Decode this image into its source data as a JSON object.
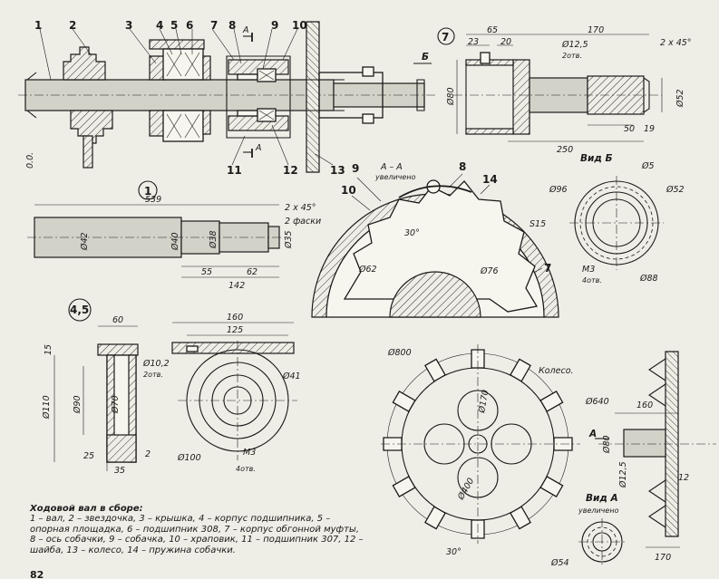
{
  "caption": {
    "title": "Ходовой вал в сборе:",
    "text": "1 – вал, 2 – звездочка, 3 – крышка, 4 – корпус подшипника, 5 – опорная площадка, 6 – подшипник 308, 7 – корпус обгонной муфты, 8 – ось собачки, 9 – собачка, 10 – храповик, 11 – подшипник 307, 12 – шайба, 13 – колесо, 14 – пружина собачки."
  },
  "page_number": "82",
  "assembly": {
    "part_numbers": [
      "1",
      "2",
      "3",
      "4",
      "5",
      "6",
      "7",
      "8",
      "9",
      "10",
      "11",
      "12",
      "13"
    ],
    "section_mark": "А",
    "view_arrow": "Б",
    "axis_label": "0.0."
  },
  "shaft_1": {
    "callout": "1",
    "dims": {
      "total": "539",
      "chamfer": "2 x 45°",
      "chamfers_note": "2 фаски",
      "d42": "Ø42",
      "d40": "Ø40",
      "d38": "Ø38",
      "d35": "Ø35",
      "l55": "55",
      "l62": "62",
      "l142": "142"
    }
  },
  "part_7": {
    "callout": "7",
    "dims": {
      "d65": "65",
      "d23": "23",
      "d20": "20",
      "d170": "170",
      "chamfer": "2 x 45°",
      "hole": "Ø12,5",
      "holes_note": "2отв.",
      "d80": "Ø80",
      "d52": "Ø52",
      "l50": "50",
      "l19": "19",
      "l250": "250"
    }
  },
  "section_AA": {
    "title": "А – А",
    "subtitle": "увеличено",
    "labels": {
      "n9": "9",
      "n8": "8",
      "n14": "14",
      "n10": "10",
      "n7": "7"
    },
    "dims": {
      "angle": "30°",
      "radius": "S15",
      "d62": "Ø62",
      "d76": "Ø76"
    }
  },
  "view_B": {
    "title": "Вид Б",
    "dims": {
      "d5": "Ø5",
      "d96": "Ø96",
      "d52": "Ø52",
      "m3": "М3",
      "holes": "4отв.",
      "d88": "Ø88"
    }
  },
  "part_45": {
    "callout": "4,5",
    "dims": {
      "w60": "60",
      "h15": "15",
      "d110": "Ø110",
      "d90": "Ø90",
      "d70": "Ø70",
      "l25": "25",
      "l35": "35",
      "l2": "2",
      "d10_2": "Ø10,2",
      "holes2": "2отв."
    }
  },
  "part_45_plan": {
    "dims": {
      "w160": "160",
      "w125": "125",
      "d41": "Ø41",
      "d100": "Ø100",
      "m3": "М3",
      "holes4": "4отв."
    }
  },
  "wheel": {
    "title": "Колесо.",
    "dims": {
      "d800": "Ø800",
      "d170": "Ø170",
      "d640": "Ø640",
      "d400": "Ø400",
      "angle": "30°"
    }
  },
  "wheel_side": {
    "dims": {
      "w160": "160",
      "d80": "Ø80",
      "arrow": "А",
      "d12_5": "Ø12,5",
      "l12": "12",
      "l170": "170"
    }
  },
  "view_A": {
    "title": "Вид А",
    "subtitle": "увеличено",
    "dims": {
      "d54": "Ø54"
    }
  }
}
